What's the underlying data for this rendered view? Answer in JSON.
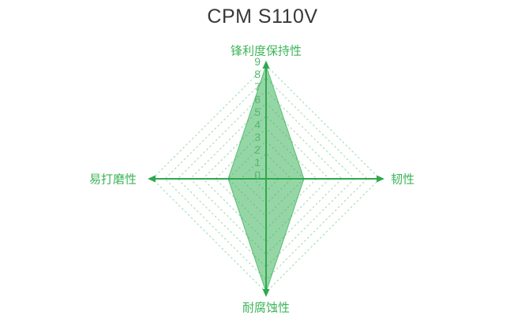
{
  "chart_data": {
    "type": "radar",
    "title": "CPM S110V",
    "axes": [
      {
        "position": "top",
        "label": "锋利度保持性",
        "value": 9
      },
      {
        "position": "right",
        "label": "韧性",
        "value": 3
      },
      {
        "position": "bottom",
        "label": "耐腐蚀性",
        "value": 9
      },
      {
        "position": "left",
        "label": "易打磨性",
        "value": 3
      }
    ],
    "scale": {
      "min": 0,
      "max": 9,
      "tick_labels": [
        "0",
        "1",
        "2",
        "3",
        "4",
        "5",
        "6",
        "7",
        "8",
        "9"
      ]
    },
    "grid": {
      "rings": 9,
      "style": "dashed-diamond"
    },
    "legend": "none",
    "colors": {
      "title": "#383838",
      "axis_line": "#2fa84f",
      "axis_label": "#3cb458",
      "tick_label": "#54ba6e",
      "grid_line": "#a5e1b4",
      "series_fill": "rgba(45,173,77,0.5)",
      "series_stroke": "rgba(45,173,77,0.7)"
    }
  }
}
